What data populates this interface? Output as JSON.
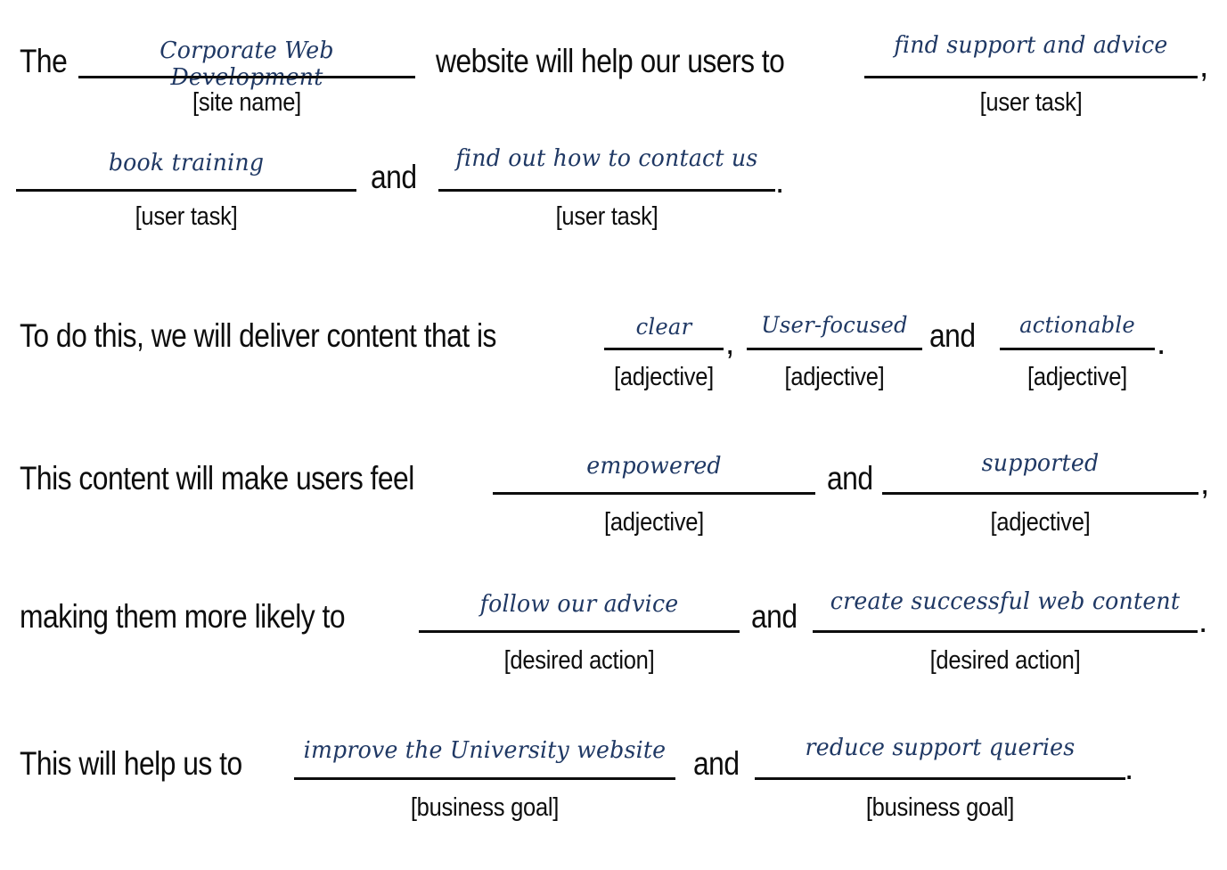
{
  "document": {
    "type": "content-strategy-statement-worksheet",
    "ink_color": "#1f3864",
    "text_color": "#0d0d0d",
    "background_color": "#ffffff"
  },
  "connectors": {
    "and": "and",
    "comma": ",",
    "period": "."
  },
  "hints": {
    "site_name": "[site name]",
    "user_task": "[user task]",
    "adjective": "[adjective]",
    "desired_action": "[desired action]",
    "business_goal": "[business goal]"
  },
  "lines": {
    "l1": {
      "lead": "The",
      "mid": "website will help our users to",
      "fill_site_name": "Corporate Web Development",
      "fill_user_task_1": "find support and advice"
    },
    "l2": {
      "fill_user_task_2": "book training",
      "fill_user_task_3": "find out how to contact us"
    },
    "l3": {
      "lead": "To do this, we will deliver content that is",
      "fill_adjective_1": "clear",
      "fill_adjective_2": "User-focused",
      "fill_adjective_3": "actionable"
    },
    "l4": {
      "lead": "This content will make users feel",
      "fill_adjective_4": "empowered",
      "fill_adjective_5": "supported"
    },
    "l5": {
      "lead": "making them more likely to",
      "fill_action_1": "follow our advice",
      "fill_action_2": "create successful web content"
    },
    "l6": {
      "lead": "This will help us to",
      "fill_goal_1": "improve the University website",
      "fill_goal_2": "reduce support queries"
    }
  }
}
